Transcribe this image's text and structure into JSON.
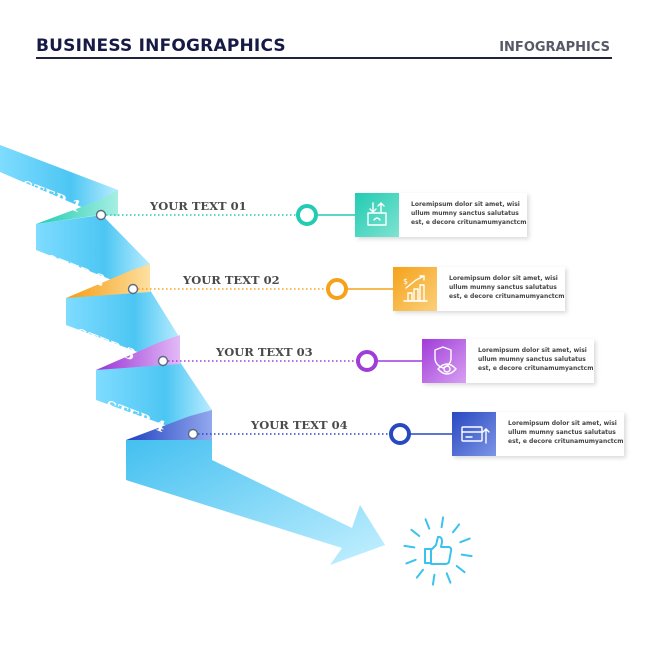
{
  "header": {
    "title": "BUSINESS INFOGRAPHICS",
    "right_label": "INFOGRAPHICS"
  },
  "colors": {
    "ribbon_light": "#b6ecff",
    "ribbon_mid": "#5ccdf5",
    "ribbon_dark": "#29b6ee",
    "header_dark": "#161a44"
  },
  "steps": [
    {
      "label": "STEP 1",
      "title": "YOUR TEXT 01",
      "color": "#22cbb2",
      "color2": "#7fe3d2",
      "icon": "finance-transfer-icon",
      "desc": [
        "Loremipsum dolor sit amet, wisi",
        "ullum mumny sanctus salutatus",
        "est, e decore critunamumyanctcm"
      ]
    },
    {
      "label": "STEP 2",
      "title": "YOUR TEXT 02",
      "color": "#f5a21a",
      "color2": "#fbd07a",
      "icon": "growth-chart-icon",
      "desc": [
        "Loremipsum dolor sit amet, wisi",
        "ullum mumny sanctus salutatus",
        "est, e decore critunamumyanctcm"
      ]
    },
    {
      "label": "STEP 3",
      "title": "YOUR TEXT 03",
      "color": "#a03cd8",
      "color2": "#d7a0f2",
      "icon": "security-eye-icon",
      "desc": [
        "Loremipsum dolor sit amet, wisi",
        "ullum mumny sanctus salutatus",
        "est, e decore critunamumyanctcm"
      ]
    },
    {
      "label": "STEP 4",
      "title": "YOUR TEXT 04",
      "color": "#2848c0",
      "color2": "#7d95e6",
      "icon": "card-upload-icon",
      "desc": [
        "Loremipsum dolor sit amet, wisi",
        "ullum mumny sanctus salutatus",
        "est, e decore critunamumyanctcm"
      ]
    }
  ],
  "goal": {
    "icon": "thumbs-up-icon",
    "color": "#39c3ee"
  }
}
